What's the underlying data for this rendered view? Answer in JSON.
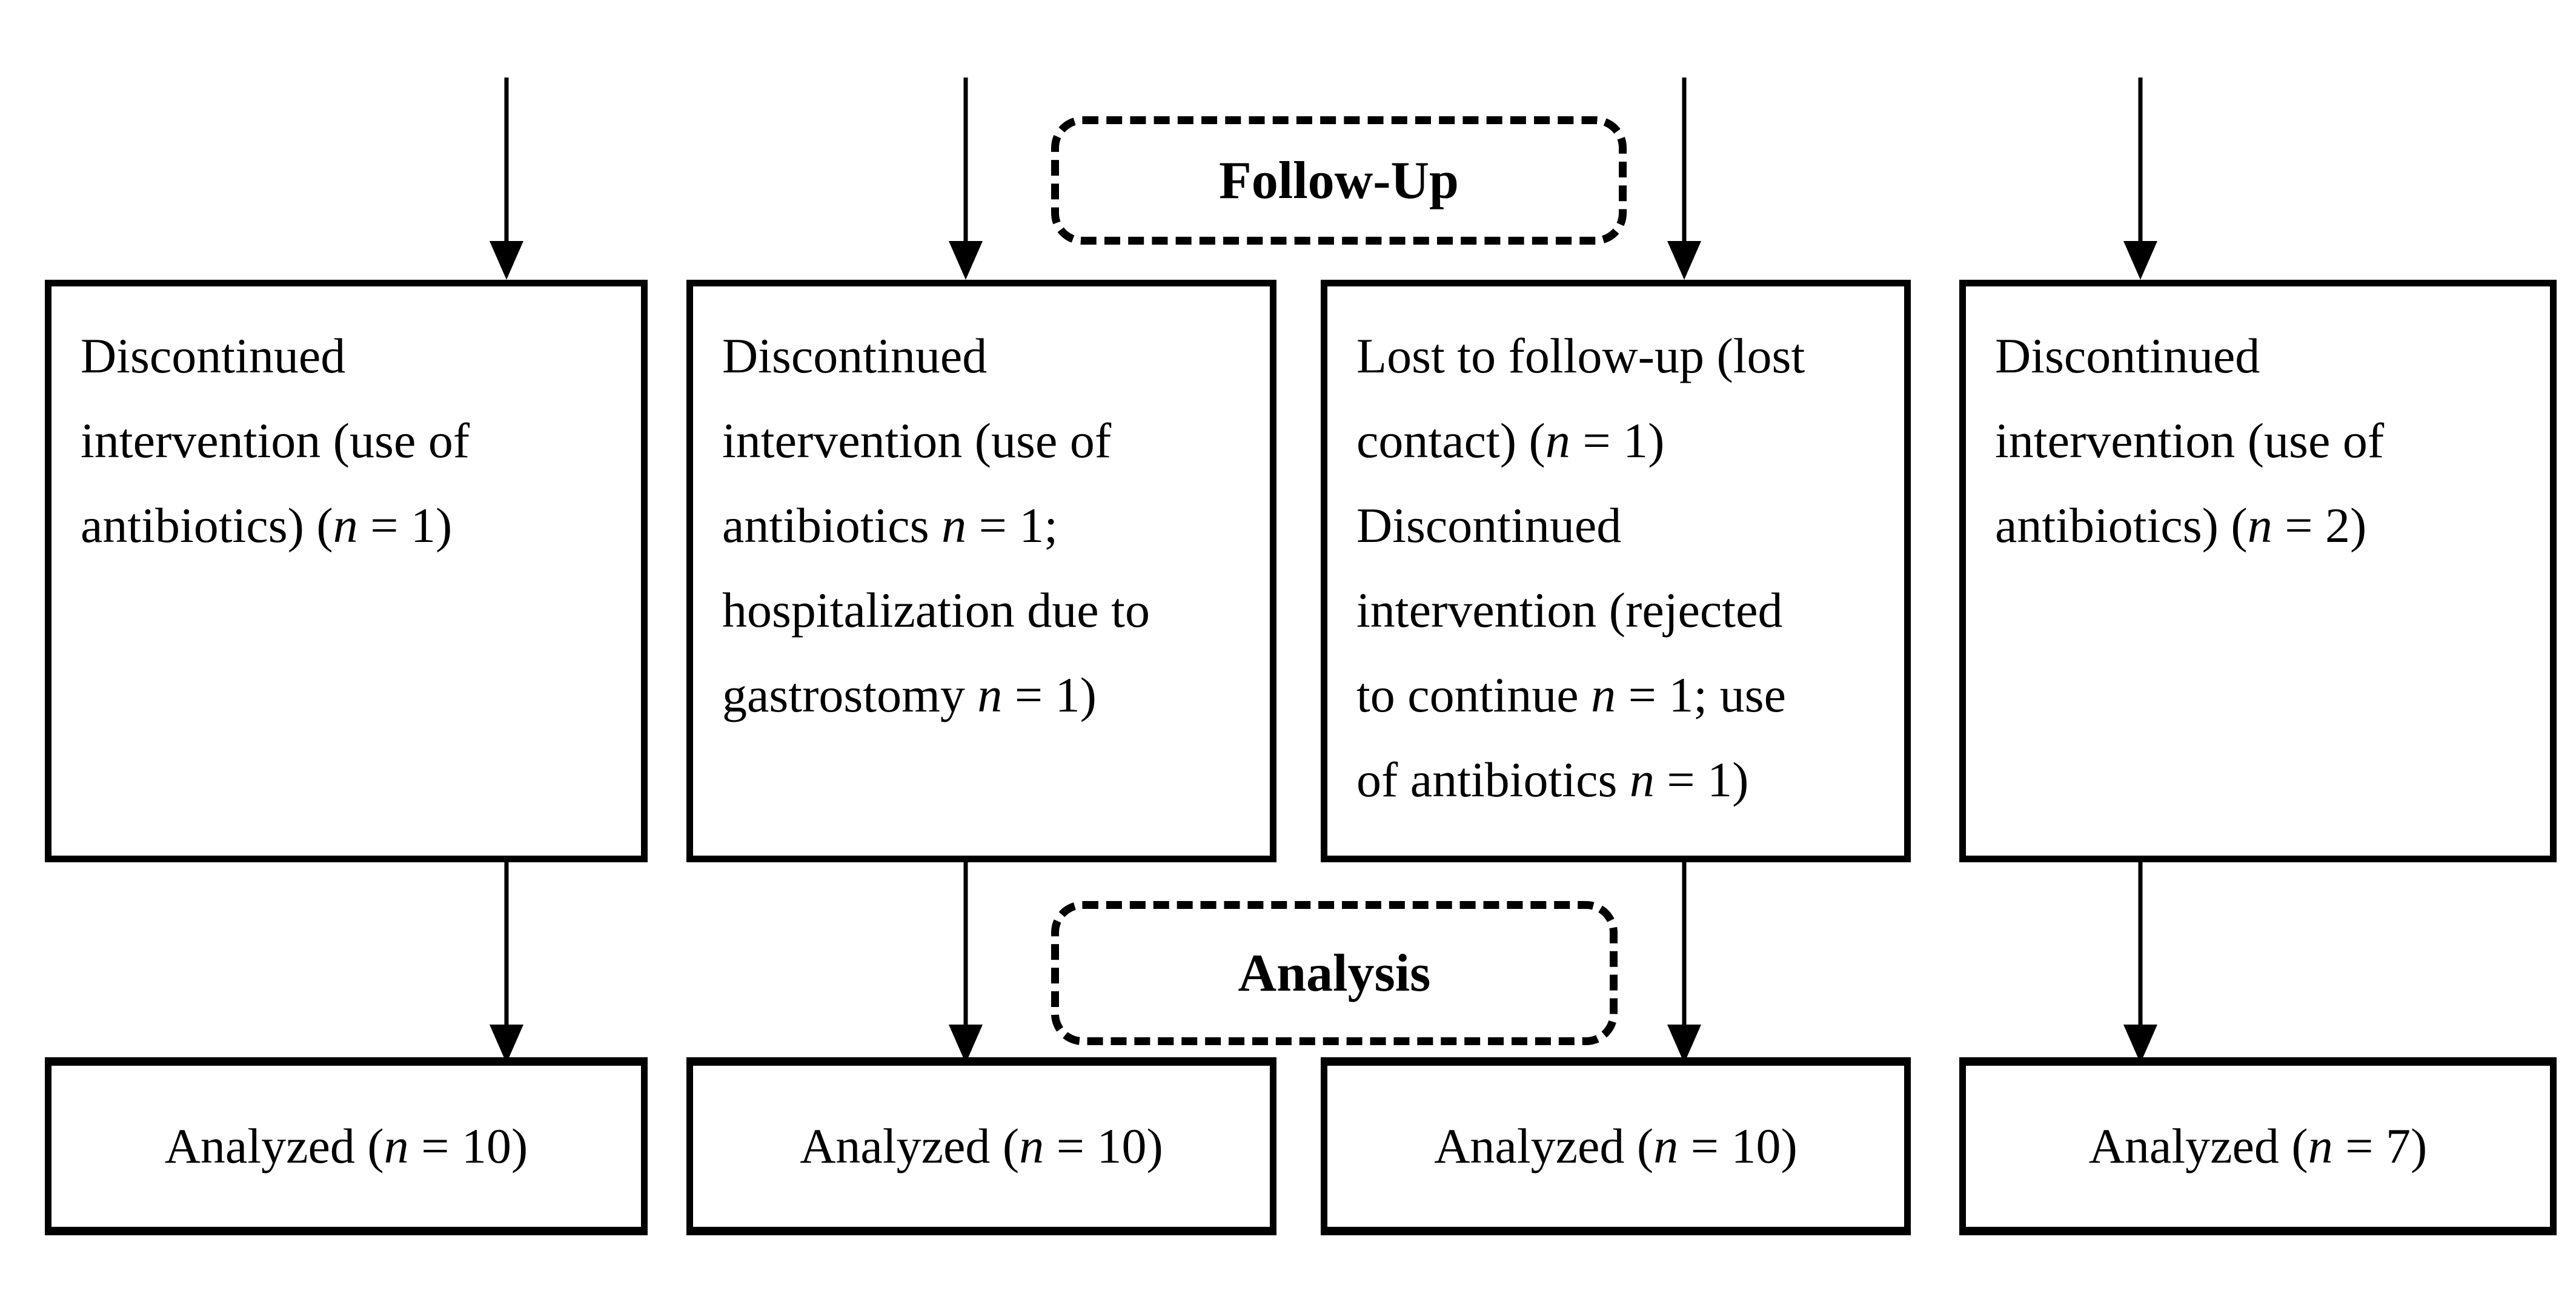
{
  "figure": {
    "colors": {
      "line": "#000000",
      "background": "#ffffff"
    },
    "stages": {
      "followup_label": "Follow-Up",
      "analysis_label": "Analysis"
    },
    "followup_boxes": [
      {
        "lines": [
          [
            "Discontinued"
          ],
          [
            "intervention (use of"
          ],
          [
            "antibiotics) (",
            {
              "i": "n"
            },
            " = 1)"
          ]
        ]
      },
      {
        "lines": [
          [
            "Discontinued"
          ],
          [
            "intervention (use of"
          ],
          [
            "antibiotics ",
            {
              "i": "n"
            },
            " = 1;"
          ],
          [
            "hospitalization due to"
          ],
          [
            "gastrostomy ",
            {
              "i": "n"
            },
            " = 1)"
          ]
        ]
      },
      {
        "lines": [
          [
            "Lost to follow-up (lost"
          ],
          [
            "contact) (",
            {
              "i": "n"
            },
            " = 1)"
          ],
          [
            "Discontinued"
          ],
          [
            "intervention (rejected"
          ],
          [
            "to continue ",
            {
              "i": "n"
            },
            " = 1; use"
          ],
          [
            "of antibiotics ",
            {
              "i": "n"
            },
            " = 1)"
          ]
        ]
      },
      {
        "lines": [
          [
            "Discontinued"
          ],
          [
            "intervention (use of"
          ],
          [
            "antibiotics) (",
            {
              "i": "n"
            },
            " = 2)"
          ]
        ]
      }
    ],
    "analysis_boxes": [
      {
        "segments": [
          "Analyzed (",
          {
            "i": "n"
          },
          " = 10)"
        ]
      },
      {
        "segments": [
          "Analyzed (",
          {
            "i": "n"
          },
          " = 10)"
        ]
      },
      {
        "segments": [
          "Analyzed (",
          {
            "i": "n"
          },
          " = 10)"
        ]
      },
      {
        "segments": [
          "Analyzed (",
          {
            "i": "n"
          },
          " = 7)"
        ]
      }
    ]
  }
}
